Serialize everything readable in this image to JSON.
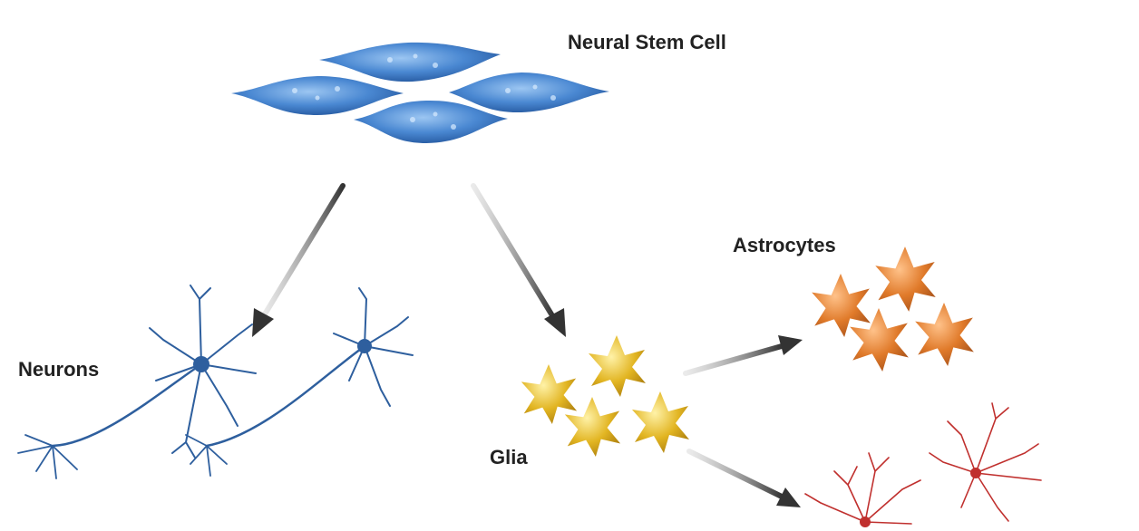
{
  "labels": {
    "stem_cell": "Neural Stem Cell",
    "neurons": "Neurons",
    "glia": "Glia",
    "astrocytes": "Astrocytes"
  },
  "colors": {
    "stem_cell": "#3d7cc9",
    "neuron": "#2e5f9e",
    "glia": "#e0b424",
    "astrocyte": "#e07a2a",
    "oligodendrocyte": "#c0302e",
    "arrow": "#444444"
  },
  "nodes": [
    {
      "id": "stem",
      "name": "neural-stem-cell-cluster"
    },
    {
      "id": "neurons",
      "name": "neurons-cluster"
    },
    {
      "id": "glia",
      "name": "glia-cluster"
    },
    {
      "id": "astro",
      "name": "astrocytes-cluster"
    },
    {
      "id": "oligo",
      "name": "red-glial-cells-cluster"
    }
  ],
  "edges": [
    {
      "from": "stem",
      "to": "neurons"
    },
    {
      "from": "stem",
      "to": "glia"
    },
    {
      "from": "glia",
      "to": "astro"
    },
    {
      "from": "glia",
      "to": "oligo"
    }
  ]
}
